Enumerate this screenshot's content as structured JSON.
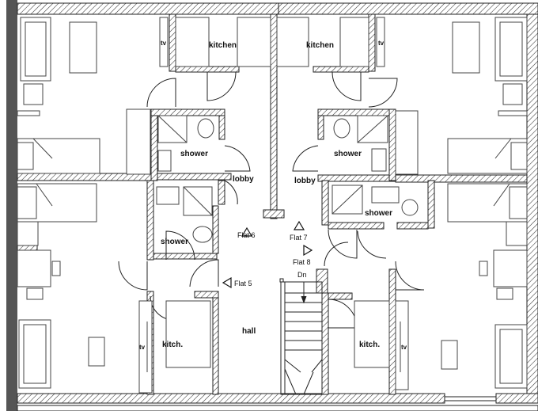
{
  "labels": {
    "kitchen_left": "kitchen",
    "kitchen_right": "kitchen",
    "tv_top_left": "tv",
    "tv_top_right": "tv",
    "shower_top_left": "shower",
    "shower_top_right": "shower",
    "shower_mid_left": "shower",
    "shower_mid_right": "shower",
    "lobby_left": "lobby",
    "lobby_right": "lobby",
    "flat6": "Flat 6",
    "flat7": "Flat 7",
    "flat8": "Flat 8",
    "flat5": "Flat 5",
    "dn": "Dn",
    "hall": "hall",
    "kitch_left": "kitch.",
    "kitch_right": "kitch.",
    "tv_bottom_left": "tv",
    "tv_bottom_right": "tv"
  },
  "colors": {
    "wall": "#555555",
    "hatch": "#333333",
    "line": "#222222",
    "furniture": "#444444"
  },
  "icons": [
    "triangle-up-marker",
    "triangle-left-marker",
    "triangle-right-marker"
  ]
}
